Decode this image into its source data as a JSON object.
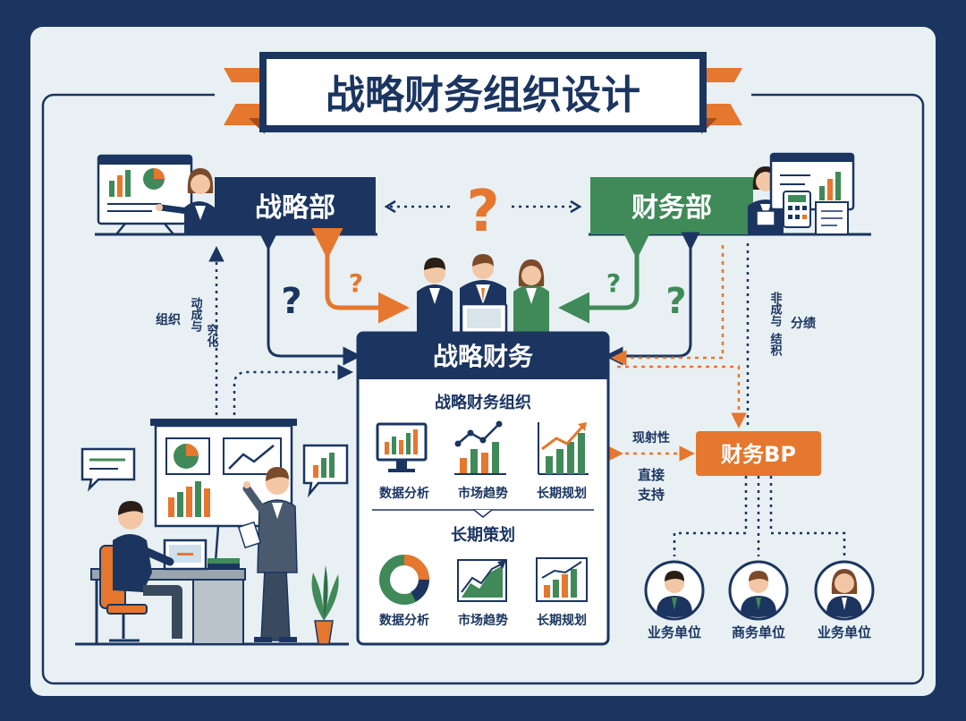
{
  "title": "战略财务组织设计",
  "nodes": {
    "strategy_dept": "战略部",
    "finance_dept": "财务部",
    "strategic_finance": "战略财务",
    "finance_bp": "财务BP"
  },
  "panel": {
    "section1": "战略财务组织",
    "section2": "长期策划",
    "items1": [
      "数据分析",
      "市场趋势",
      "长期规划"
    ],
    "items2": [
      "数据分析",
      "市场趋势",
      "长期规划"
    ]
  },
  "labels": {
    "left_col_a": "动成与",
    "left_col_b": "组织",
    "left_col_c": "穷化",
    "right_col_a": "非成与",
    "right_col_b": "结积",
    "right_col_c": "分绩",
    "bp_relation_top": "现射性",
    "bp_relation_bottom_1": "直接",
    "bp_relation_bottom_2": "支持",
    "question_mark": "?"
  },
  "units": [
    "业务单位",
    "商务单位",
    "业务单位"
  ],
  "colors": {
    "navy": "#1b3560",
    "green": "#3f8a58",
    "orange": "#e5772e",
    "panel_bg": "#e8f0f3"
  }
}
